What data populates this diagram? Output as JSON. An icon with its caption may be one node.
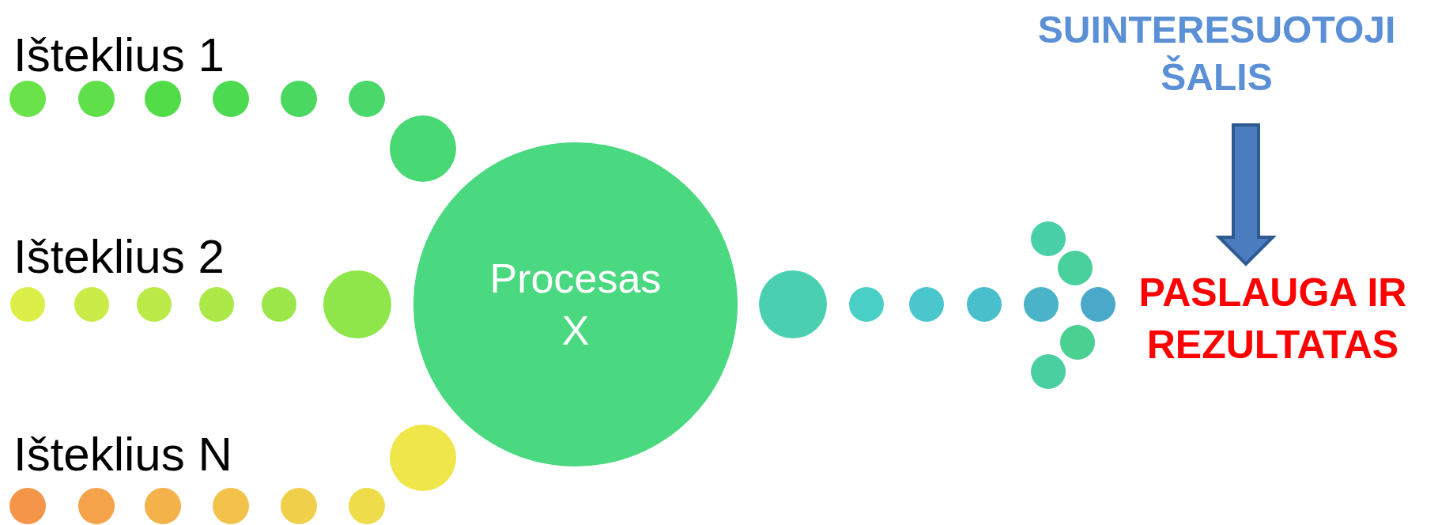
{
  "diagram": {
    "nodes": [
      {
        "text": [
          "Procesas X"
        ]
      },
      {
        "text": [
          "SUINTERESUOTOJI ŠALIS"
        ]
      },
      {
        "text": [
          "PASLAUGA IR REZULTATAS"
        ]
      }
    ],
    "edges": [
      {
        "from": 1,
        "to": 2,
        "arrow": "to",
        "style": "thick"
      }
    ],
    "labels": [
      "Išteklius 1",
      "Išteklius 2",
      "Išteklius N"
    ]
  }
}
